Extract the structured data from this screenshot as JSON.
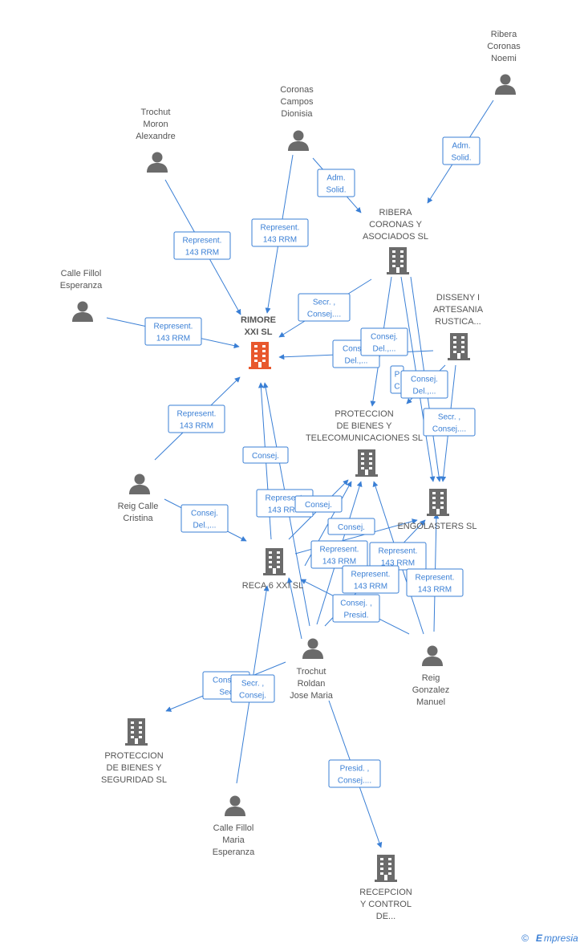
{
  "colors": {
    "edge": "#3a7fd5",
    "node": "#6b6b6b",
    "focus": "#e8582d"
  },
  "nodes": [
    {
      "id": "ribera_noemi",
      "type": "person",
      "label": [
        "Ribera",
        "Coronas",
        "Noemi"
      ]
    },
    {
      "id": "coronas_dionisia",
      "type": "person",
      "label": [
        "Coronas",
        "Campos",
        "Dionisia"
      ]
    },
    {
      "id": "trochut_alexandre",
      "type": "person",
      "label": [
        "Trochut",
        "Moron",
        "Alexandre"
      ]
    },
    {
      "id": "ribera_asoc",
      "type": "company",
      "label": [
        "RIBERA",
        "CORONAS Y",
        "ASOCIADOS  SL"
      ]
    },
    {
      "id": "calle_esperanza",
      "type": "person",
      "label": [
        "Calle Fillol",
        "Esperanza"
      ]
    },
    {
      "id": "rimore",
      "type": "company",
      "focus": true,
      "label": [
        "RIMORE",
        "XXI SL"
      ]
    },
    {
      "id": "disseny",
      "type": "company",
      "label": [
        "DISSENY I",
        "ARTESANIA",
        "RUSTICA..."
      ]
    },
    {
      "id": "proteccion_telecom",
      "type": "company",
      "label": [
        "PROTECCION",
        "DE BIENES Y",
        "TELECOMUNICACIONES SL"
      ]
    },
    {
      "id": "engolasters",
      "type": "company",
      "label": [
        "ENGOLASTERS SL"
      ]
    },
    {
      "id": "reig_cristina",
      "type": "person",
      "label": [
        "Reig Calle",
        "Cristina"
      ]
    },
    {
      "id": "reca6",
      "type": "company",
      "label": [
        "RECA 6 XXI SL"
      ]
    },
    {
      "id": "trochut_jose",
      "type": "person",
      "label": [
        "Trochut",
        "Roldan",
        "Jose Maria"
      ]
    },
    {
      "id": "reig_manuel",
      "type": "person",
      "label": [
        "Reig",
        "Gonzalez",
        "Manuel"
      ]
    },
    {
      "id": "proteccion_seg",
      "type": "company",
      "label": [
        "PROTECCION",
        "DE BIENES Y",
        "SEGURIDAD SL"
      ]
    },
    {
      "id": "calle_maria",
      "type": "person",
      "label": [
        "Calle Fillol",
        "Maria",
        "Esperanza"
      ]
    },
    {
      "id": "recepcion",
      "type": "company",
      "label": [
        "RECEPCION",
        "Y CONTROL",
        "DE..."
      ]
    }
  ],
  "edge_labels": [
    {
      "id": "e1",
      "lines": [
        "Adm.",
        "Solid."
      ]
    },
    {
      "id": "e2",
      "lines": [
        "Adm.",
        "Solid."
      ]
    },
    {
      "id": "e3",
      "lines": [
        "Represent.",
        "143 RRM"
      ]
    },
    {
      "id": "e4",
      "lines": [
        "Represent.",
        "143 RRM"
      ]
    },
    {
      "id": "e5",
      "lines": [
        "Secr. ,",
        "Consej...."
      ]
    },
    {
      "id": "e6",
      "lines": [
        "Represent.",
        "143 RRM"
      ]
    },
    {
      "id": "e7",
      "lines": [
        "Consej.",
        "Del.,..."
      ]
    },
    {
      "id": "e8",
      "lines": [
        "Consej.",
        "Del.,..."
      ]
    },
    {
      "id": "e9",
      "lines": [
        "P",
        "C"
      ]
    },
    {
      "id": "e10",
      "lines": [
        "Consej.",
        "Del.,..."
      ]
    },
    {
      "id": "e11",
      "lines": [
        "Secr. ,",
        "Consej...."
      ]
    },
    {
      "id": "e12",
      "lines": [
        "Represent.",
        "143 RRM"
      ]
    },
    {
      "id": "e13",
      "lines": [
        "Consej."
      ]
    },
    {
      "id": "e14",
      "lines": [
        "Consej.",
        "Del.,..."
      ]
    },
    {
      "id": "e15",
      "lines": [
        "Represent.",
        "143 RRM"
      ]
    },
    {
      "id": "e16",
      "lines": [
        "Consej."
      ]
    },
    {
      "id": "e17",
      "lines": [
        "Consej."
      ]
    },
    {
      "id": "e18",
      "lines": [
        "Represent.",
        "143 RRM"
      ]
    },
    {
      "id": "e19",
      "lines": [
        "Represent.",
        "143 RRM"
      ]
    },
    {
      "id": "e20",
      "lines": [
        "Represent.",
        "143 RRM"
      ]
    },
    {
      "id": "e21",
      "lines": [
        "Represent.",
        "143 RRM"
      ]
    },
    {
      "id": "e22",
      "lines": [
        "Consej. ,",
        "Presid."
      ]
    },
    {
      "id": "e23",
      "lines": [
        "Consej.",
        "Sec"
      ]
    },
    {
      "id": "e24",
      "lines": [
        "Secr. ,",
        "Consej."
      ]
    },
    {
      "id": "e25",
      "lines": [
        "Presid. ,",
        "Consej...."
      ]
    }
  ],
  "watermark": {
    "copyright": "©",
    "brand": "mpresia",
    "initial": "E"
  }
}
